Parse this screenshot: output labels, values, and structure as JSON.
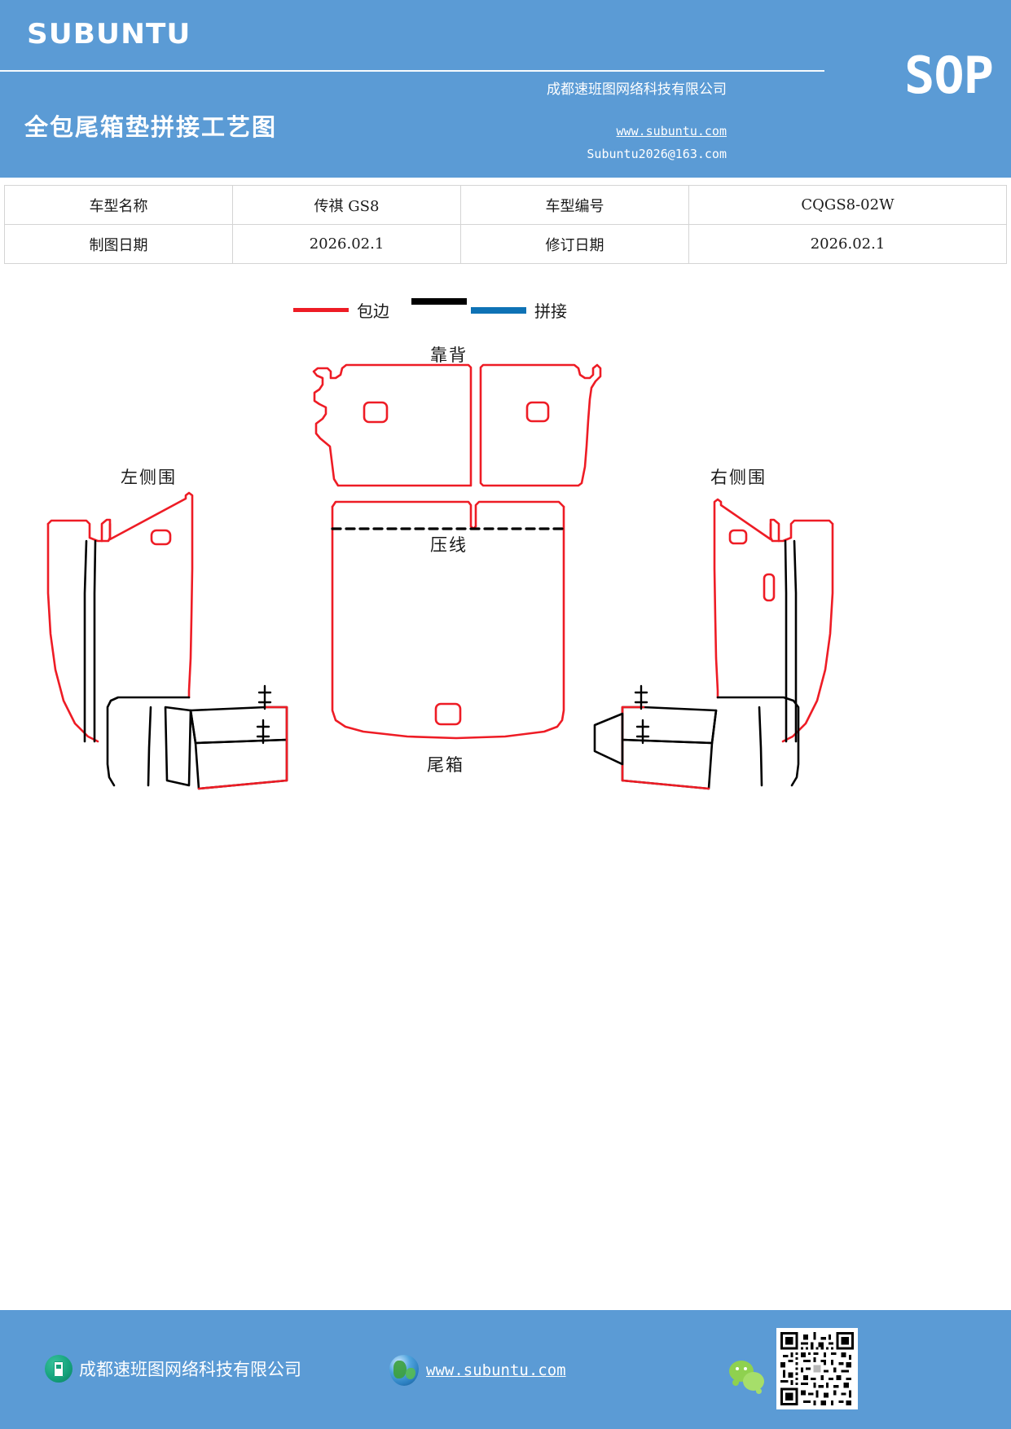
{
  "header": {
    "brand": "SUBUNTU",
    "doc_title": "全包尾箱垫拼接工艺图",
    "sop_badge": "SOP",
    "company": "成都速班图网络科技有限公司",
    "website": "www.subuntu.com",
    "email": "Subuntu2026@163.com",
    "bg_color": "#5b9bd5"
  },
  "info_table": {
    "rows": [
      {
        "label1": "车型名称",
        "value1": "传祺 GS8",
        "label2": "车型编号",
        "value2": "CQGS8-02W"
      },
      {
        "label1": "制图日期",
        "value1": "2026.02.1",
        "label2": "修订日期",
        "value2": "2026.02.1"
      }
    ]
  },
  "legend": {
    "items": [
      {
        "label": "包边",
        "color": "#ee1c25",
        "style": "solid"
      },
      {
        "label": "",
        "color": "#000000",
        "style": "solid"
      },
      {
        "label": "拼接",
        "color": "#0e72b5",
        "style": "solid"
      }
    ]
  },
  "diagram": {
    "labels": {
      "backrest": "靠背",
      "left_side": "左侧围",
      "right_side": "右侧围",
      "press_line": "压线",
      "trunk": "尾箱"
    },
    "colors": {
      "binding": "#ee1c25",
      "seam": "#000000",
      "splice": "#0e72b5"
    }
  },
  "footer": {
    "company": "成都速班图网络科技有限公司",
    "website": "www.subuntu.com",
    "bg_color": "#5b9bd5"
  }
}
